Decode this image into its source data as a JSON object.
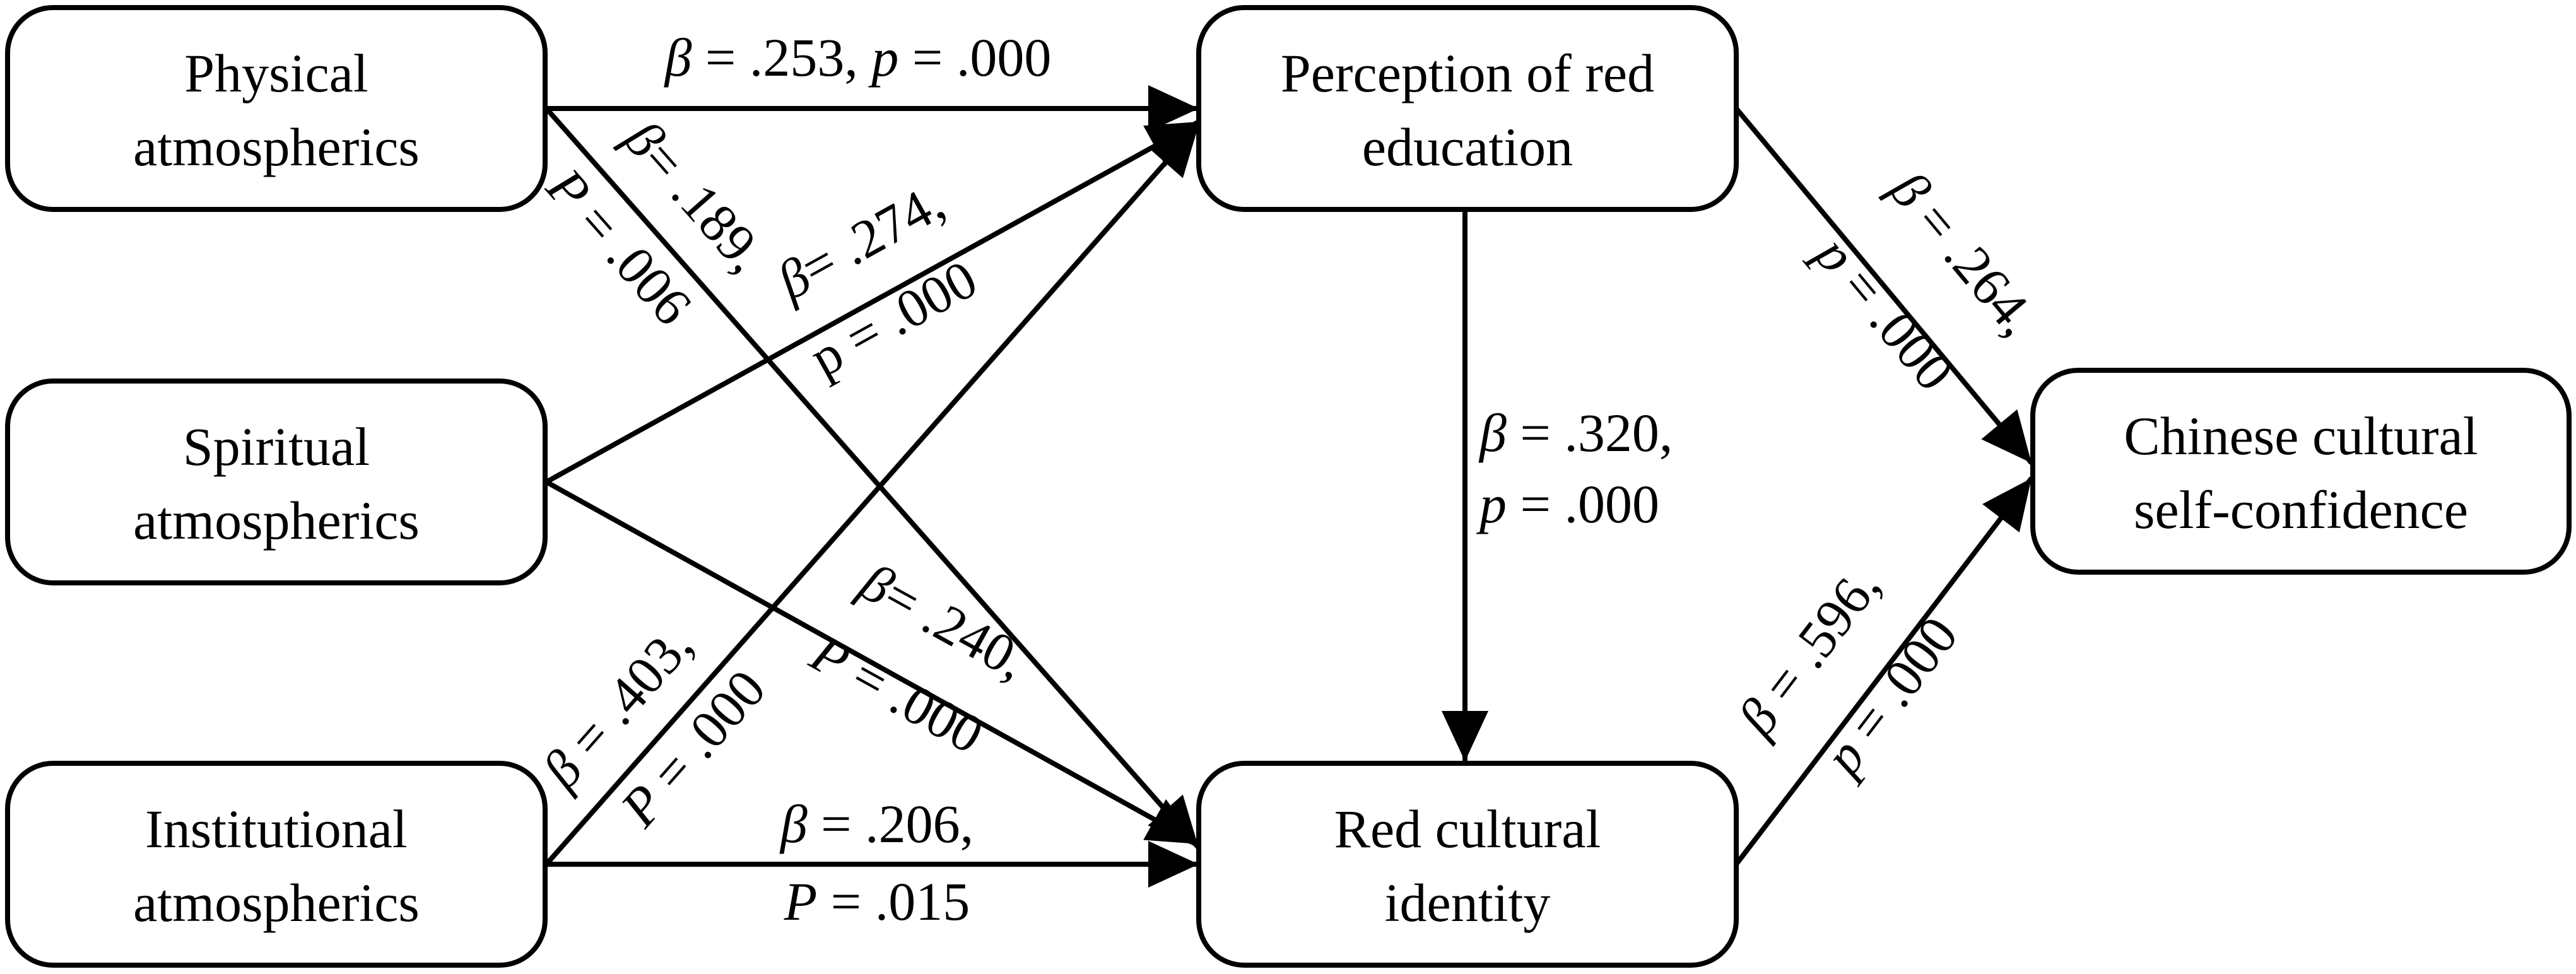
{
  "nodes": {
    "physical": {
      "line1": "Physical",
      "line2": "atmospherics"
    },
    "spiritual": {
      "line1": "Spiritual",
      "line2": "atmospherics"
    },
    "institutional": {
      "line1": "Institutional",
      "line2": "atmospherics"
    },
    "perception": {
      "line1": "Perception of red",
      "line2": "education"
    },
    "identity": {
      "line1": "Red cultural",
      "line2": "identity"
    },
    "confidence": {
      "line1": "Chinese cultural",
      "line2": "self-confidence"
    }
  },
  "edges": {
    "physical_perception": {
      "l1_sym": "β",
      "l1_rest": " = .253, ",
      "l1_p": "p",
      "l1_tail": " = .000"
    },
    "physical_identity": {
      "l1_sym": "β",
      "l1_rest": "= .189,",
      "l2_sym": "P",
      "l2_rest": " = .006"
    },
    "spiritual_perception": {
      "l1_sym": "β",
      "l1_rest": "= .274,",
      "l2_rest": "p = .000"
    },
    "spiritual_identity": {
      "l1_sym": "β",
      "l1_rest": "= .240,",
      "l2_sym": "P",
      "l2_rest": " = .000"
    },
    "institutional_perception": {
      "l1_sym": "β",
      "l1_rest": " = .403,",
      "l2_sym": "P",
      "l2_rest": " = .000"
    },
    "institutional_identity": {
      "l1_sym": "β",
      "l1_rest": " = .206,",
      "l2_sym": "P",
      "l2_rest": " = .015"
    },
    "perception_identity": {
      "l1_sym": "β",
      "l1_rest": " = .320,",
      "l2_sym": "p",
      "l2_rest": " = .000"
    },
    "perception_confidence": {
      "l1_sym": "β",
      "l1_rest": " = .264,",
      "l2_sym": "p",
      "l2_rest": " = .000"
    },
    "identity_confidence": {
      "l1_sym": "β",
      "l1_rest": " = .596,",
      "l2_sym": "p",
      "l2_rest": " = .000"
    }
  }
}
